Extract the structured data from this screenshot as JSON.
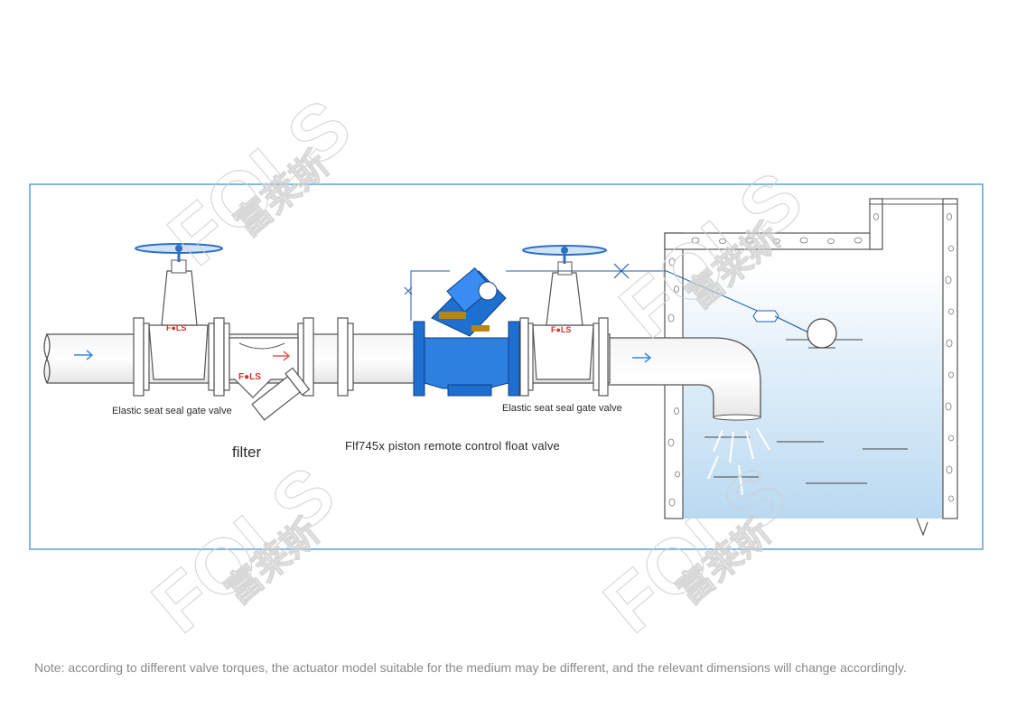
{
  "labels": {
    "gate_valve_left": "Elastic seat seal gate valve",
    "gate_valve_right": "Elastic seat seal gate valve",
    "filter": "filter",
    "float_valve": "Flf745x piston remote control float valve"
  },
  "watermark": {
    "text": "FOLS",
    "cjk": "富莱斯"
  },
  "brand_mark": "F●LS",
  "note": "Note: according to different valve torques, the actuator model suitable for the medium may be different, and the relevant dimensions will change accordingly.",
  "colors": {
    "frame": "#5aa0dc",
    "pipe_stroke": "#555555",
    "valve_blue": "#1f6fd0",
    "brand_red": "#d9302a",
    "water": "#cfe6f7",
    "flow_arrow": "#3b8ad6"
  }
}
